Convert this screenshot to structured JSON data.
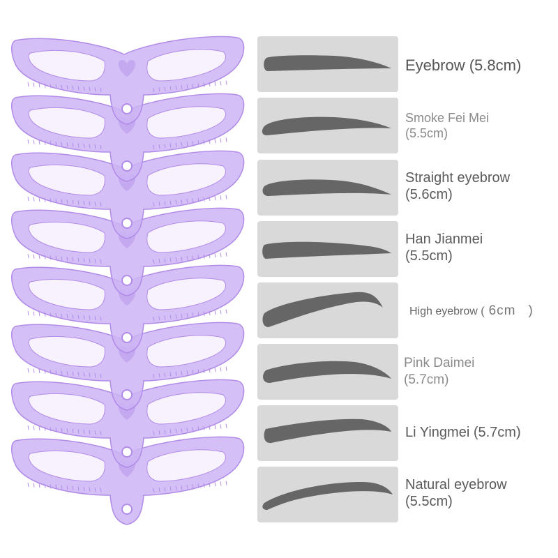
{
  "colors": {
    "stencil_fill": "#cdb4f4",
    "stencil_stroke": "#b18be8",
    "stencil_window": "#f7f2fd",
    "swatch_bg": "#d9d9d9",
    "brow_fill": "#666666",
    "label_text": "#5a5a5a"
  },
  "stencil_count": 8,
  "items": [
    {
      "line1": "Eyebrow (5.8cm)",
      "line2": ""
    },
    {
      "line1": "Smoke Fei Mei",
      "line2": "(5.5cm)"
    },
    {
      "line1": "Straight eyebrow",
      "line2": "(5.6cm)"
    },
    {
      "line1": "Han Jianmei",
      "line2": "(5.5cm)"
    },
    {
      "line1": "High eyebrow (",
      "line2": "6cm",
      "line3": ")"
    },
    {
      "line1": "Pink Daimei",
      "line2": "(5.7cm)"
    },
    {
      "line1": "Li Yingmei (5.7cm)",
      "line2": ""
    },
    {
      "line1": "Natural eyebrow",
      "line2": "(5.5cm)"
    }
  ]
}
